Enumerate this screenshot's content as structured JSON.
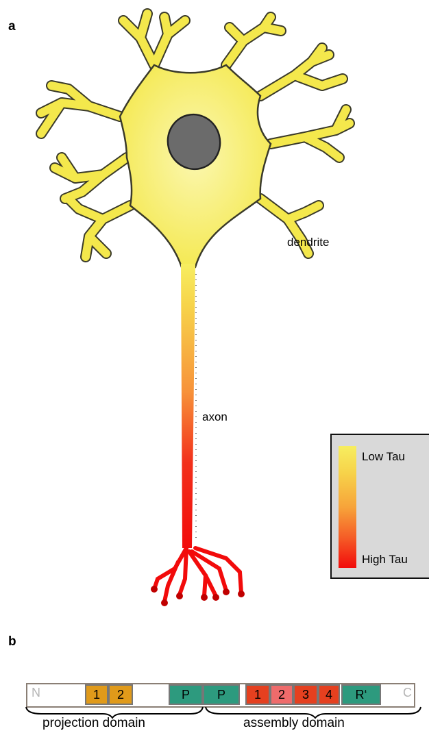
{
  "panel_a": {
    "label": "a"
  },
  "panel_b": {
    "label": "b"
  },
  "annotations": {
    "dendrite": "dendrite",
    "axon": "axon"
  },
  "legend": {
    "low": "Low Tau",
    "high": "High Tau",
    "gradient_colors": [
      "#f7ee60",
      "#f20b0b"
    ]
  },
  "tau_domains": {
    "n_terminus": "N",
    "c_terminus": "C",
    "segments": [
      {
        "label": "1",
        "color": "#e09a1a",
        "name": "insert-1"
      },
      {
        "label": "2",
        "color": "#e09a1a",
        "name": "insert-2"
      },
      {
        "label": "P",
        "color": "#2d9a7e",
        "name": "proline-rich-1"
      },
      {
        "label": "P",
        "color": "#2d9a7e",
        "name": "proline-rich-2"
      },
      {
        "label": "1",
        "color": "#e5401f",
        "name": "repeat-1"
      },
      {
        "label": "2",
        "color": "#ef6b6b",
        "name": "repeat-2"
      },
      {
        "label": "3",
        "color": "#e5401f",
        "name": "repeat-3"
      },
      {
        "label": "4",
        "color": "#e5401f",
        "name": "repeat-4"
      },
      {
        "label": "R‘",
        "color": "#2d9a7e",
        "name": "pseudo-repeat"
      }
    ],
    "projection_label": "projection domain",
    "assembly_label": "assembly domain"
  },
  "colors": {
    "cell_body": "#f7ee60",
    "nucleus": "#6b6b6b",
    "axon_top": "#f7d34a",
    "axon_bottom": "#f20b0b"
  }
}
